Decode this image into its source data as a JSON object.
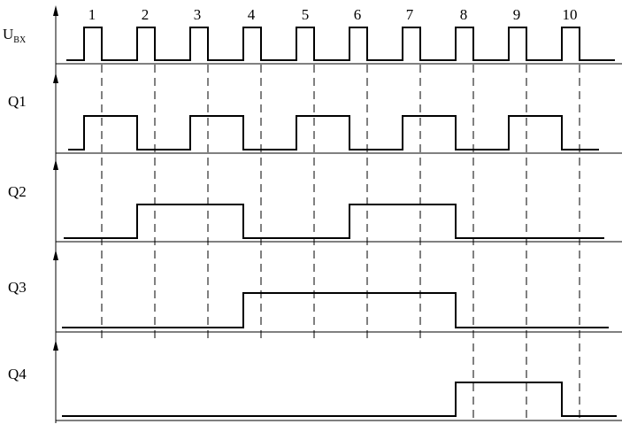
{
  "pulse_numbers": [
    "1",
    "2",
    "3",
    "4",
    "5",
    "6",
    "7",
    "8",
    "9",
    "10"
  ],
  "input_label": {
    "main": "U",
    "sub": "BX"
  },
  "signals": [
    {
      "label": "Q1",
      "levels": [
        0,
        1,
        1,
        0,
        0,
        1,
        1,
        0,
        0,
        1,
        1,
        0,
        0,
        1,
        1,
        0,
        0,
        1,
        1,
        0,
        0
      ]
    },
    {
      "label": "Q2",
      "levels": [
        0,
        0,
        0,
        1,
        1,
        1,
        1,
        0,
        0,
        0,
        0,
        1,
        1,
        1,
        1,
        0,
        0,
        0,
        0,
        0,
        0
      ]
    },
    {
      "label": "Q3",
      "levels": [
        0,
        0,
        0,
        0,
        0,
        0,
        0,
        1,
        1,
        1,
        1,
        1,
        1,
        1,
        1,
        0,
        0,
        0,
        0,
        0,
        0
      ]
    },
    {
      "label": "Q4",
      "levels": [
        0,
        0,
        0,
        0,
        0,
        0,
        0,
        0,
        0,
        0,
        0,
        0,
        0,
        0,
        0,
        1,
        1,
        1,
        1,
        0,
        0
      ]
    }
  ]
}
